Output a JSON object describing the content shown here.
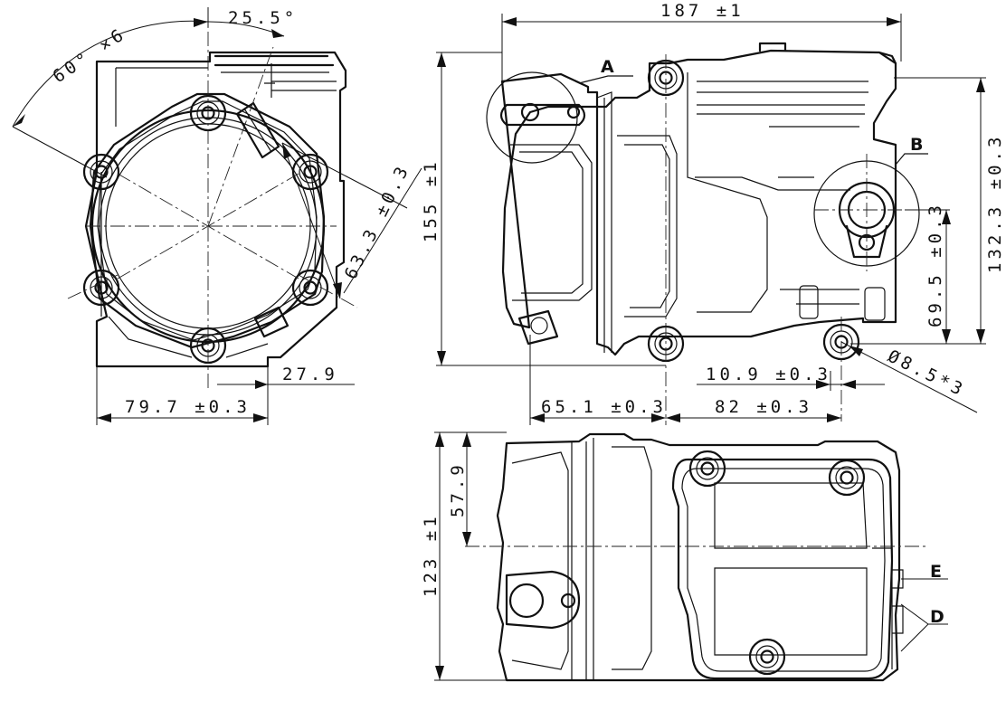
{
  "dimensions": {
    "angle_pattern": "60° ×6",
    "angle_offset": "25.5°",
    "radius_63": "63.3 ±0.3",
    "offset_27": "27.9",
    "width_79": "79.7 ±0.3",
    "length_187": "187 ±1",
    "height_155": "155 ±1",
    "height_132": "132.3 ±0.3",
    "height_69": "69.5 ±0.3",
    "width_10": "10.9 ±0.3",
    "dia_holes": "Ø8.5*3",
    "width_65": "65.1 ±0.3",
    "width_82": "82 ±0.3",
    "height_123": "123 ±1",
    "height_57": "57.9"
  },
  "labels": {
    "a": "A",
    "b": "B",
    "d": "D",
    "e": "E"
  }
}
